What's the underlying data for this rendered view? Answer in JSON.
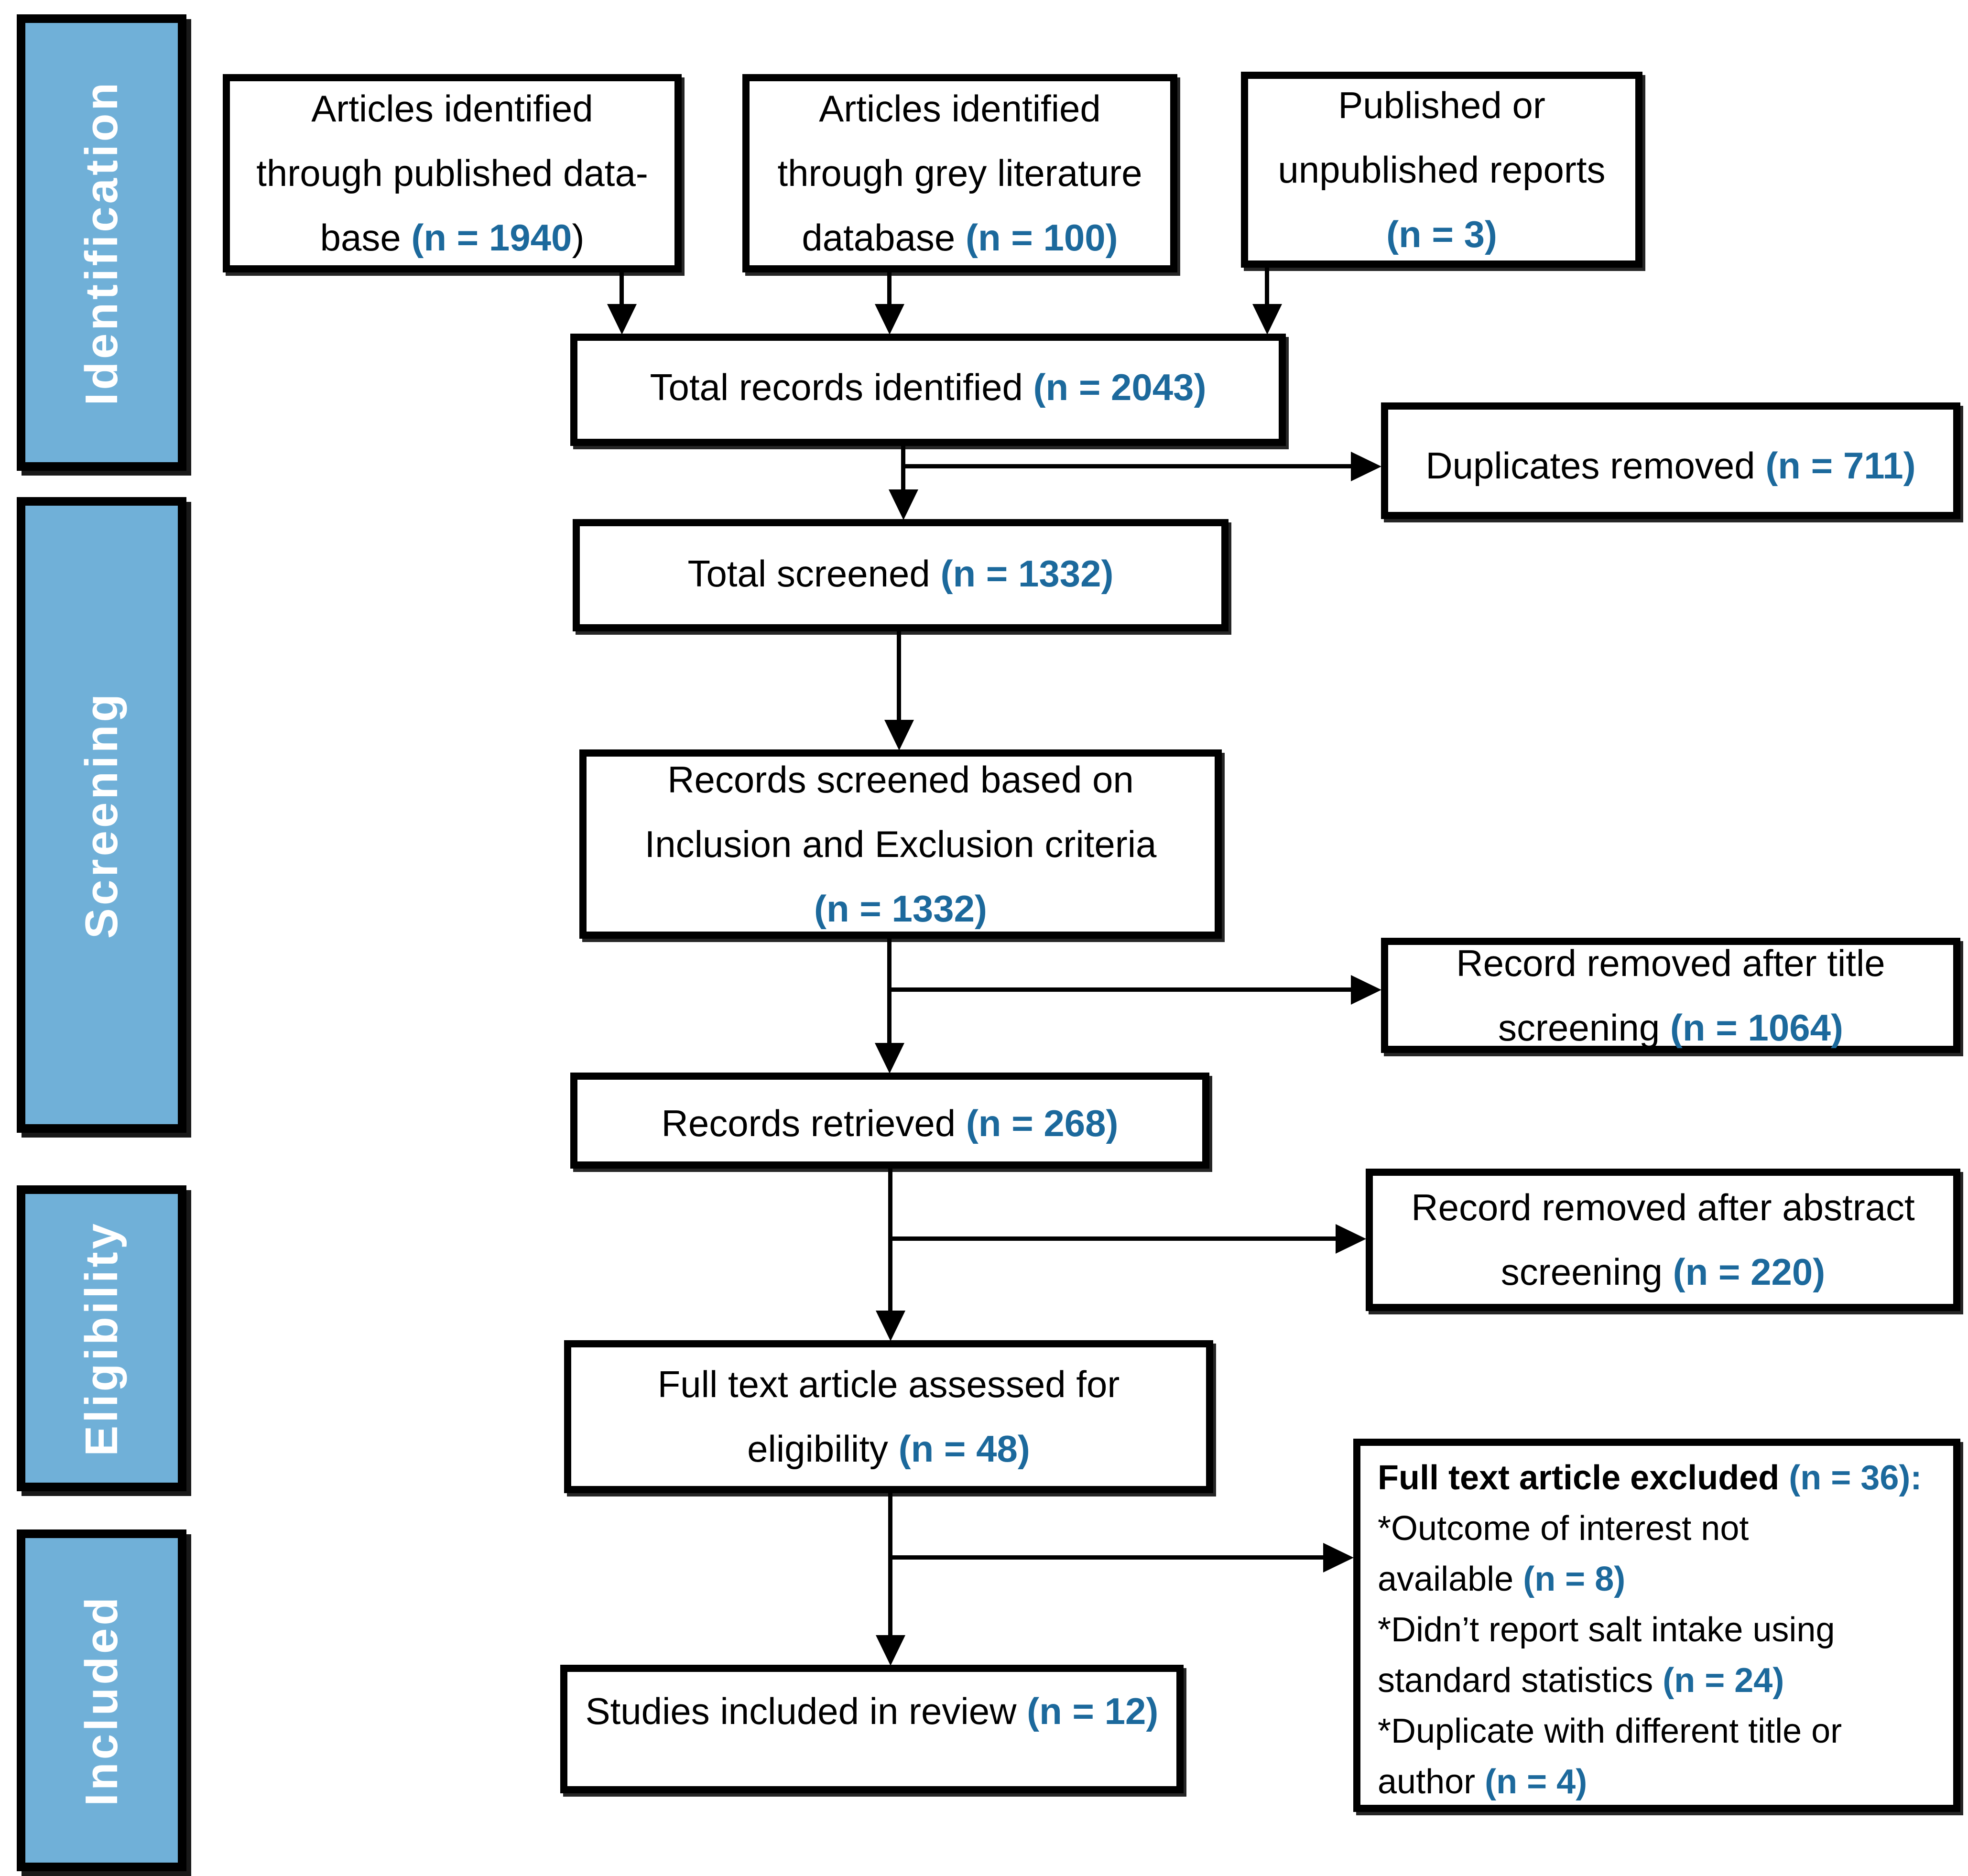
{
  "colors": {
    "accent_blue": "#1c699c",
    "sidebar_fill": "#70b0d8",
    "sidebar_text": "#ffffff",
    "box_border": "#000000",
    "text": "#000000"
  },
  "sidebar": {
    "items": [
      {
        "label": "Identification"
      },
      {
        "label": "Screening"
      },
      {
        "label": "Eligibility"
      },
      {
        "label": "Included"
      }
    ]
  },
  "nodes": {
    "articles_published": {
      "lines": [
        [
          {
            "t": "Articles identified"
          }
        ],
        [
          {
            "t": "through published data-"
          }
        ],
        [
          {
            "t": "base "
          },
          {
            "t": "(n = 1940",
            "accent": true
          },
          {
            "t": ")"
          }
        ]
      ]
    },
    "articles_grey": {
      "lines": [
        [
          {
            "t": "Articles identified"
          }
        ],
        [
          {
            "t": "through grey literature"
          }
        ],
        [
          {
            "t": "database "
          },
          {
            "t": "(n = 100)",
            "accent": true
          }
        ]
      ]
    },
    "reports": {
      "lines": [
        [
          {
            "t": "Published or"
          }
        ],
        [
          {
            "t": "unpublished reports"
          }
        ],
        [
          {
            "t": "(n = 3)",
            "accent": true
          }
        ]
      ]
    },
    "total_identified": {
      "lines": [
        [
          {
            "t": "Total records identified "
          },
          {
            "t": "(n = 2043)",
            "accent": true
          }
        ]
      ]
    },
    "duplicates_removed": {
      "lines": [
        [
          {
            "t": "Duplicates removed "
          },
          {
            "t": "(n = 711)",
            "accent": true
          }
        ]
      ]
    },
    "total_screened": {
      "lines": [
        [
          {
            "t": "Total screened "
          },
          {
            "t": "(n = 1332)",
            "accent": true
          }
        ]
      ]
    },
    "records_screened": {
      "lines": [
        [
          {
            "t": "Records screened based on"
          }
        ],
        [
          {
            "t": "Inclusion and Exclusion criteria"
          }
        ],
        [
          {
            "t": "(n = 1332)",
            "accent": true
          }
        ]
      ]
    },
    "removed_title": {
      "lines": [
        [
          {
            "t": "Record removed after title"
          }
        ],
        [
          {
            "t": "screening "
          },
          {
            "t": "(n = 1064)",
            "accent": true
          }
        ]
      ]
    },
    "records_retrieved": {
      "lines": [
        [
          {
            "t": "Records retrieved "
          },
          {
            "t": "(n = 268)",
            "accent": true
          }
        ]
      ]
    },
    "removed_abstract": {
      "lines": [
        [
          {
            "t": "Record removed after abstract"
          }
        ],
        [
          {
            "t": "screening "
          },
          {
            "t": "(n = 220)",
            "accent": true
          }
        ]
      ]
    },
    "fulltext_assessed": {
      "lines": [
        [
          {
            "t": "Full text article assessed for"
          }
        ],
        [
          {
            "t": "eligibility "
          },
          {
            "t": "(n = 48)",
            "accent": true
          }
        ]
      ]
    },
    "fulltext_excluded": {
      "lines": [
        [
          {
            "t": "Full text article excluded ",
            "bold": true
          },
          {
            "t": "(n = 36):",
            "accent": true
          }
        ],
        [
          {
            "t": "*Outcome of interest not"
          }
        ],
        [
          {
            "t": "available "
          },
          {
            "t": "(n = 8)",
            "accent": true
          }
        ],
        [
          {
            "t": "*Didn’t report salt intake using"
          }
        ],
        [
          {
            "t": "standard statistics "
          },
          {
            "t": "(n = 24)",
            "accent": true
          }
        ],
        [
          {
            "t": "*Duplicate with different title or"
          }
        ],
        [
          {
            "t": "author "
          },
          {
            "t": "(n = 4)",
            "accent": true
          }
        ]
      ]
    },
    "included_review": {
      "lines": [
        [
          {
            "t": "Studies included in review "
          },
          {
            "t": "(n = 12)",
            "accent": true
          }
        ]
      ]
    }
  }
}
